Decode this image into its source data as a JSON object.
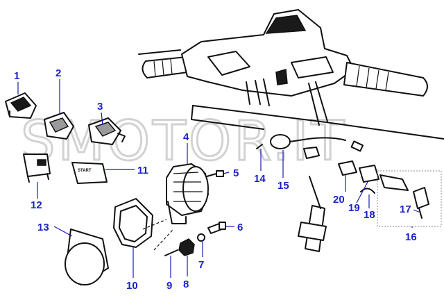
{
  "watermark": "SMOTOR.IT",
  "button_text": "START",
  "callouts": [
    "1",
    "2",
    "3",
    "4",
    "5",
    "6",
    "7",
    "8",
    "9",
    "10",
    "11",
    "12",
    "13",
    "14",
    "15",
    "16",
    "17",
    "18",
    "19",
    "20"
  ]
}
